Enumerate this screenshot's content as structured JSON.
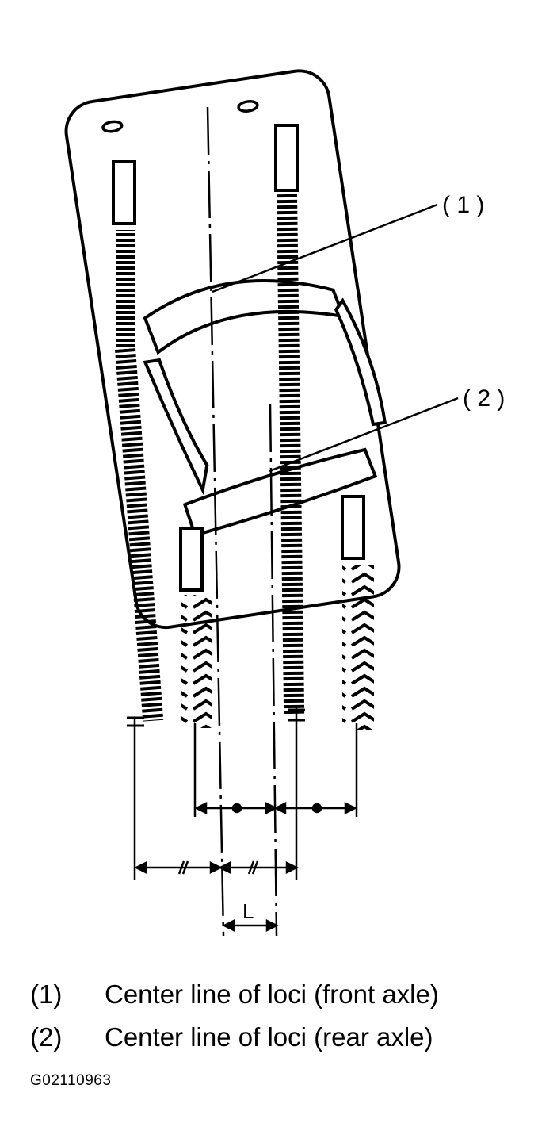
{
  "callouts": {
    "c1": "( 1 )",
    "c2": "( 2 )",
    "dimension": "L"
  },
  "legend": [
    {
      "num": "(1)",
      "text": "Center line of loci (front axle)"
    },
    {
      "num": "(2)",
      "text": "Center line of loci (rear axle)"
    }
  ],
  "figure_code": "G02110963",
  "colors": {
    "ink": "#000000",
    "paper": "#ffffff"
  }
}
